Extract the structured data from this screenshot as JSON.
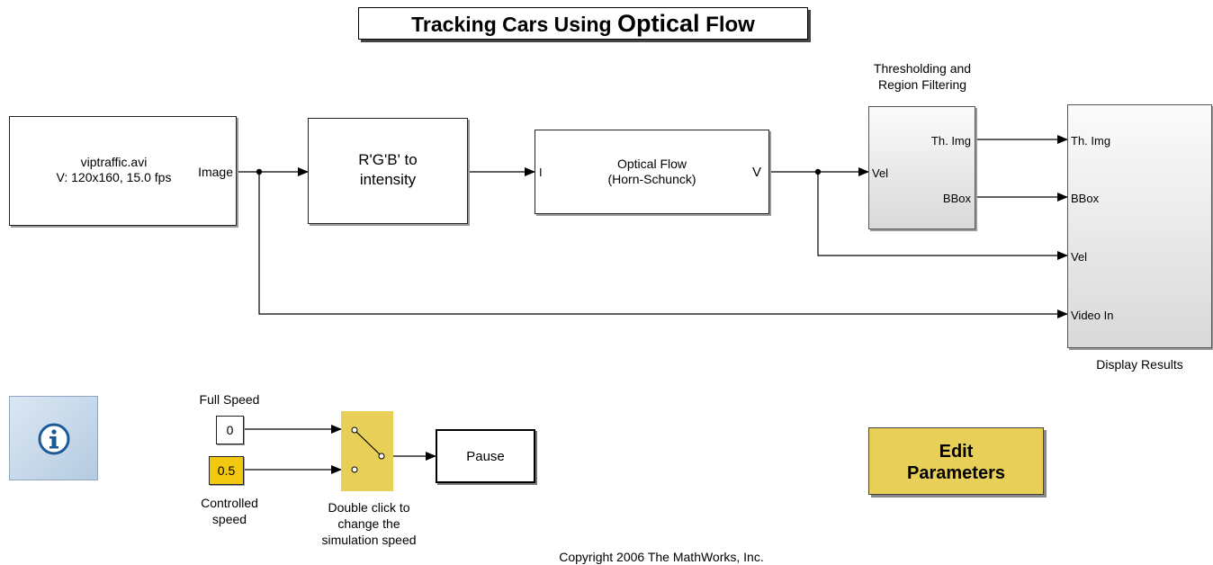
{
  "title": {
    "prefix": "Tracking Cars Using ",
    "optical": "Optical",
    "flow": " Flow"
  },
  "blocks": {
    "video_source": {
      "line1": "viptraffic.avi",
      "line2": "V: 120x160, 15.0 fps",
      "out_port": "Image"
    },
    "color_convert": {
      "line1": "R'G'B' to",
      "line2": "intensity"
    },
    "optical_flow": {
      "line1": "Optical Flow",
      "line2": "(Horn-Schunck)",
      "in_port": "I",
      "out_port": "V"
    },
    "thresholding": {
      "label_line1": "Thresholding and",
      "label_line2": "Region Filtering",
      "in_port": "Vel",
      "out_port_1": "Th. Img",
      "out_port_2": "BBox"
    },
    "display": {
      "label": "Display Results",
      "in_ports": [
        "Th. Img",
        "BBox",
        "Vel",
        "Video In"
      ]
    },
    "full_speed": {
      "label": "Full Speed",
      "value": "0"
    },
    "controlled_speed": {
      "label_line1": "Controlled",
      "label_line2": "speed",
      "value": "0.5"
    },
    "switch": {
      "label_line1": "Double click to",
      "label_line2": "change the",
      "label_line3": "simulation speed"
    },
    "pause": {
      "label": "Pause"
    },
    "edit_params": {
      "line1": "Edit",
      "line2": "Parameters"
    },
    "info": {
      "icon": "info-icon"
    }
  },
  "copyright": "Copyright 2006 The MathWorks, Inc.",
  "colors": {
    "constant_yellow": "#f2c811",
    "switch_fill": "#e8cf57",
    "edit_fill": "#e8cf57",
    "info_fill": "#c7d8ea",
    "info_icon": "#1b5a96"
  }
}
